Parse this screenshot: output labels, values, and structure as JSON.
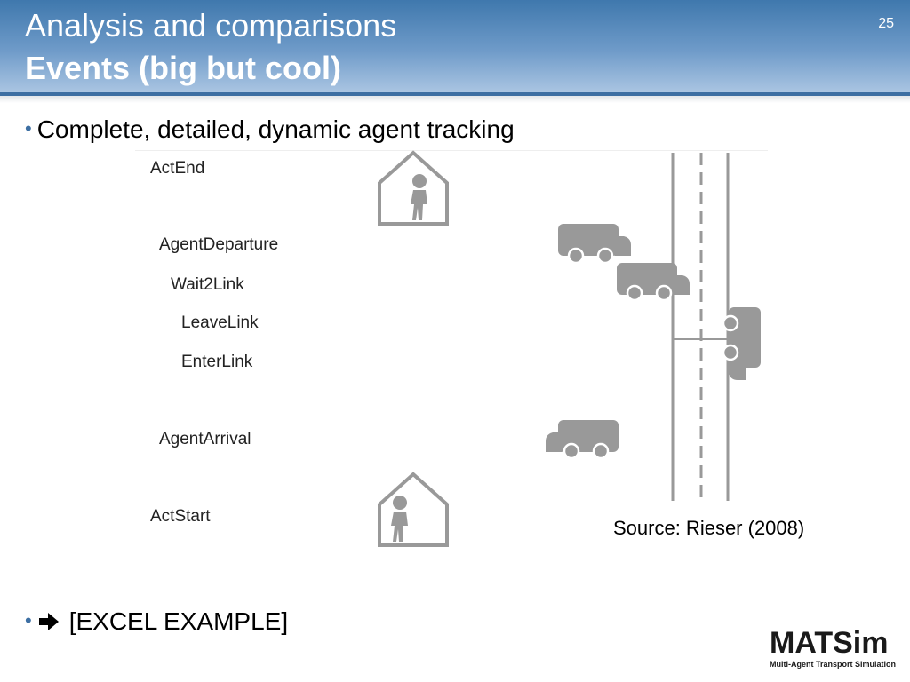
{
  "header": {
    "title": "Analysis and comparisons",
    "subtitle": "Events (big but cool)",
    "page_number": "25"
  },
  "bullets": {
    "first": "Complete, detailed, dynamic agent tracking",
    "second": "[EXCEL EXAMPLE]"
  },
  "figure": {
    "events": [
      "ActEnd",
      "AgentDeparture",
      "Wait2Link",
      "LeaveLink",
      "EnterLink",
      "AgentArrival",
      "ActStart"
    ],
    "source": "Source: Rieser (2008)",
    "icon_color": "#999999"
  },
  "logo": {
    "name": "MATSim",
    "tagline": "Multi-Agent Transport Simulation"
  },
  "colors": {
    "header_dark": "#3f78ad",
    "header_light": "#aac5e2",
    "bullet": "#3d6fa3"
  }
}
